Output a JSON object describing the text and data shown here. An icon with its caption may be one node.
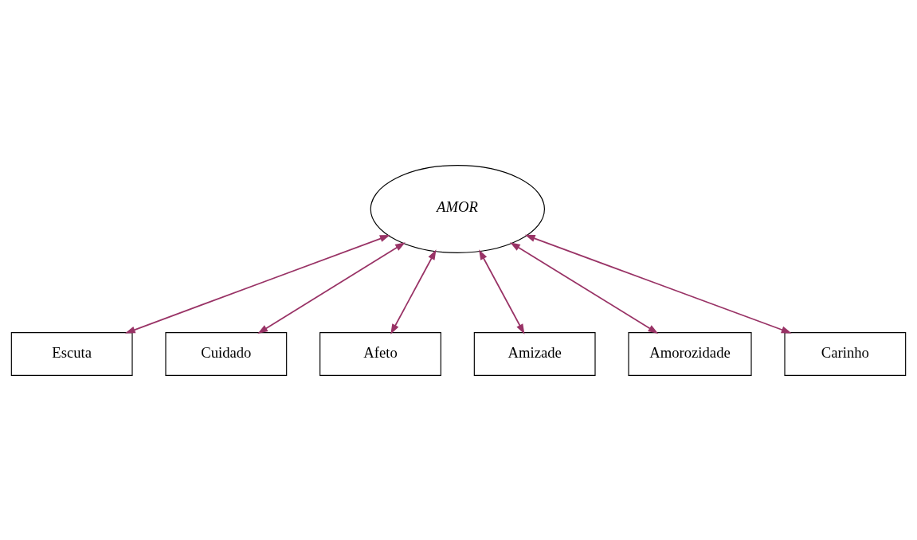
{
  "diagram": {
    "nodes": [
      {
        "text": [
          "AMOR"
        ]
      },
      {
        "text": [
          "Escuta"
        ]
      },
      {
        "text": [
          "Cuidado"
        ]
      },
      {
        "text": [
          "Afeto"
        ]
      },
      {
        "text": [
          "Amizade"
        ]
      },
      {
        "text": [
          "Amorozidade"
        ]
      },
      {
        "text": [
          "Carinho"
        ]
      }
    ],
    "edges": [
      {
        "from": 0,
        "to": 1,
        "arrow": "both"
      },
      {
        "from": 0,
        "to": 2,
        "arrow": "both"
      },
      {
        "from": 0,
        "to": 3,
        "arrow": "both"
      },
      {
        "from": 0,
        "to": 4,
        "arrow": "both"
      },
      {
        "from": 0,
        "to": 5,
        "arrow": "both"
      },
      {
        "from": 0,
        "to": 6,
        "arrow": "both"
      }
    ]
  }
}
